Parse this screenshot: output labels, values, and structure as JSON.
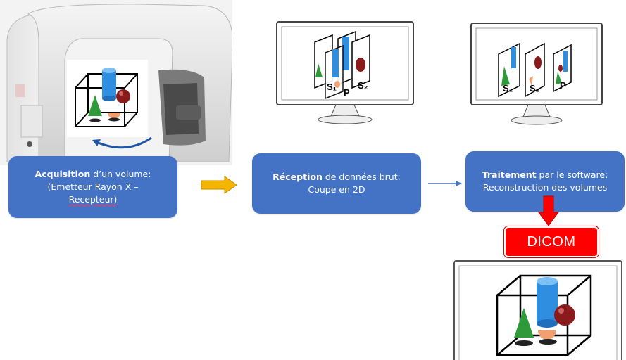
{
  "steps": [
    {
      "bold": "Acquisition",
      "rest": " d’un volume:",
      "line2": "(Emetteur Rayon X –",
      "line3": "Recepteur)"
    },
    {
      "bold": "Réception",
      "rest": " de données brut:",
      "line2": "Coupe en 2D"
    },
    {
      "bold": "Traitement",
      "rest": " par le software:",
      "line2": "Reconstruction des volumes"
    }
  ],
  "dicom_label": "DICOM",
  "slice_labels": {
    "s1": "S₁",
    "s2": "S₂",
    "p": "P"
  },
  "colors": {
    "box": "#4472c4",
    "dicom": "#ff0000",
    "arrow_yellow": "#f5b400",
    "arrow_red": "#ff0000",
    "cylinder": "#2f8ee0",
    "sphere": "#8b1a1a",
    "cone": "#2e9a3a",
    "half_sphere": "#f2a070"
  },
  "icons": [
    "cbct-scanner",
    "monitor",
    "rotation-arrow",
    "right-arrow",
    "down-arrow",
    "3d-volume"
  ]
}
